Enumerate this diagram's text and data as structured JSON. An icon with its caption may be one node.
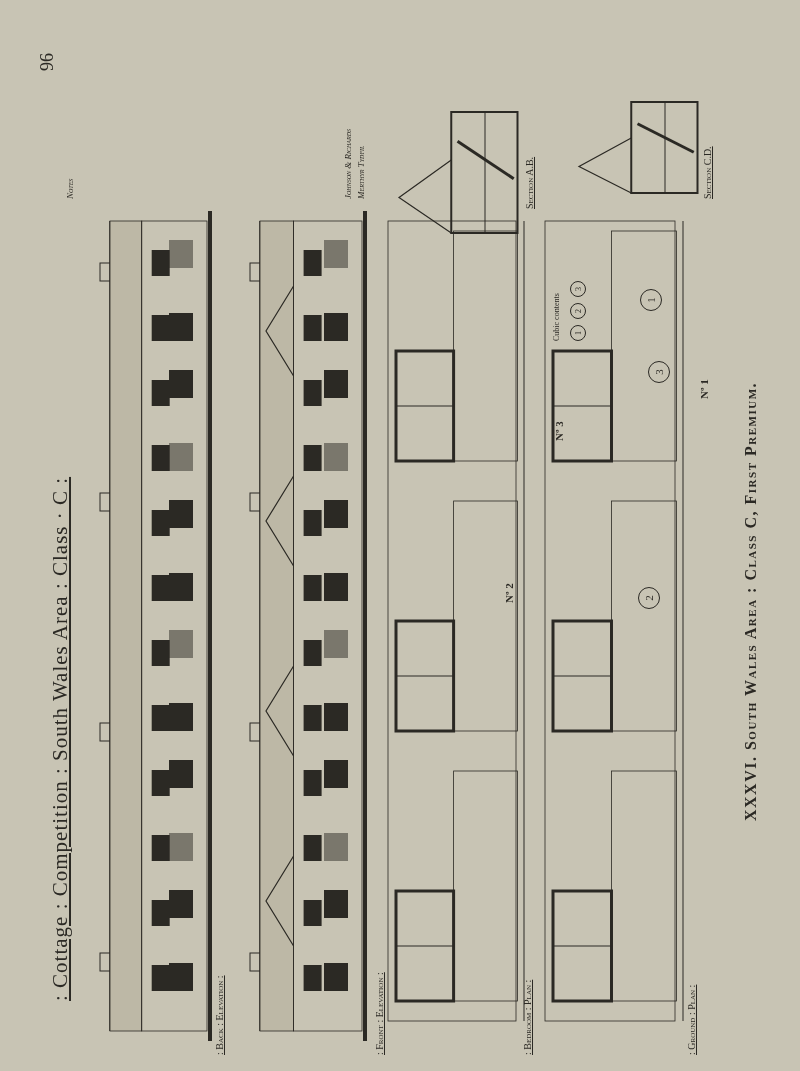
{
  "diagram": {
    "title": ": Cottage : Competition : South Wales Area : Class · C :",
    "caption": "XXXVI. South Wales Area : Class C, First Premium.",
    "nodes": [
      {
        "text": [
          "1"
        ]
      },
      {
        "text": [
          "2"
        ]
      },
      {
        "text": [
          "3"
        ]
      },
      {
        "text": [
          "1"
        ]
      },
      {
        "text": [
          "2"
        ]
      },
      {
        "text": [
          "3"
        ]
      }
    ],
    "labels": [
      "96",
      "Notes",
      "Johnson & Richards",
      "Merthyr Tydfil",
      ": Back : Elevation :",
      ": Front : Elevation :",
      ": Bedroom : Plan :",
      ": Ground : Plan :",
      "Section A.B.",
      "Section C.D.",
      "Cubic contents",
      "Nº 1",
      "Nº 2",
      "Nº 3"
    ]
  }
}
